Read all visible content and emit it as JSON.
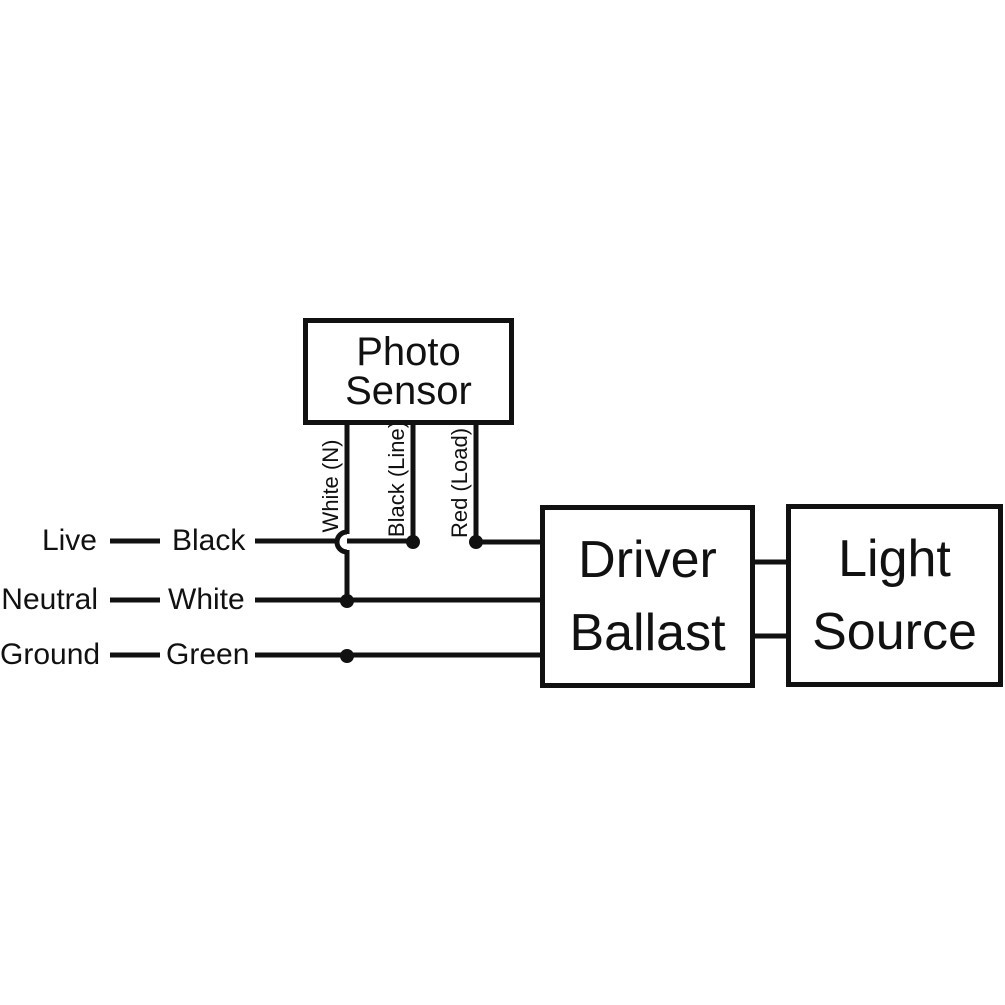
{
  "diagram": {
    "boxes": {
      "photo_sensor": {
        "line1": "Photo",
        "line2": "Sensor"
      },
      "driver_ballast": {
        "line1": "Driver",
        "line2": "Ballast"
      },
      "light_source": {
        "line1": "Light",
        "line2": "Source"
      }
    },
    "sensor_wires": {
      "white": "White (N)",
      "black": "Black (Line)",
      "red": "Red (Load)"
    },
    "supply_rows": [
      {
        "terminal": "Live",
        "wire": "Black"
      },
      {
        "terminal": "Neutral",
        "wire": "White"
      },
      {
        "terminal": "Ground",
        "wire": "Green"
      }
    ],
    "colors": {
      "line": "#111111",
      "background": "#ffffff"
    }
  }
}
